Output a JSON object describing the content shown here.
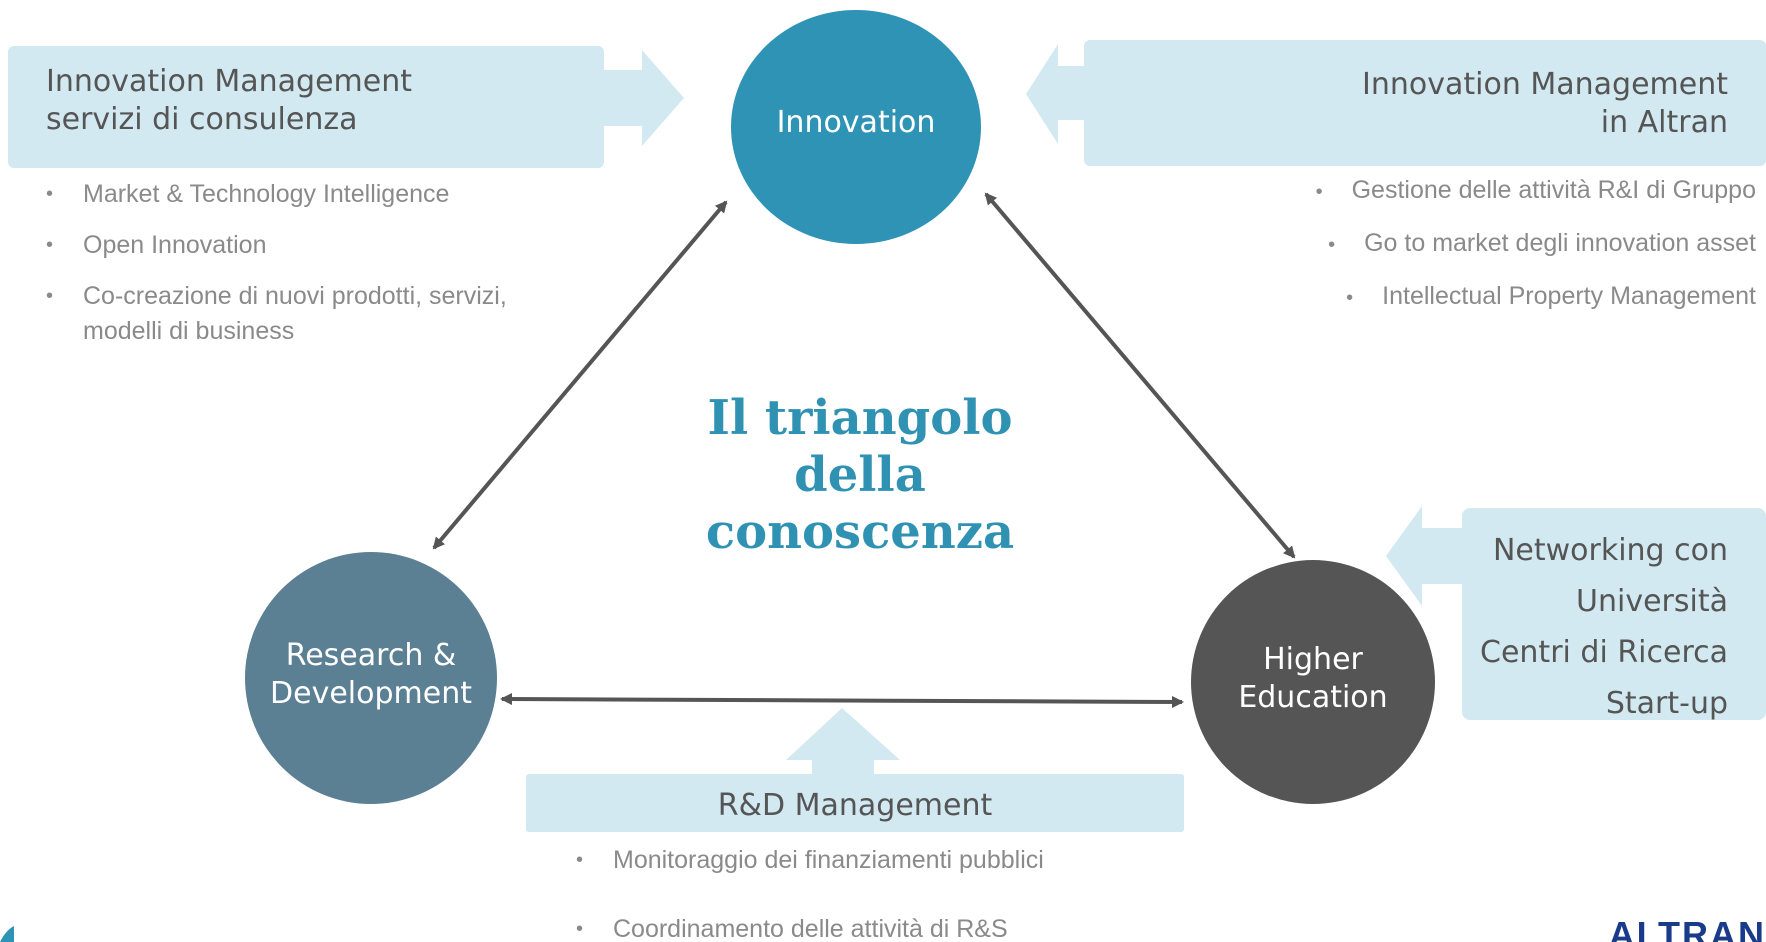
{
  "diagram": {
    "title_lines": [
      "Il triangolo",
      "della",
      "conoscenza"
    ],
    "nodes": {
      "innovation": {
        "label": "Innovation",
        "color": "#2e93b5"
      },
      "rd": {
        "label_lines": [
          "Research &",
          "Development"
        ],
        "color": "#5b7f93"
      },
      "higher_ed": {
        "label_lines": [
          "Higher",
          "Education"
        ],
        "color": "#555555"
      }
    },
    "colors": {
      "box": "#d2e9f1",
      "arrow": "#555555",
      "title": "#2f92b3",
      "text": "#555555",
      "bullet_text": "#8a8a8a"
    }
  },
  "panels": {
    "innovation_consulting": {
      "title_lines": [
        "Innovation Management",
        "servizi di consulenza"
      ],
      "bullets": [
        "Market & Technology Intelligence",
        "Open Innovation",
        "Co-creazione di nuovi prodotti, servizi,",
        "modelli di business"
      ]
    },
    "innovation_altran": {
      "title_lines": [
        "Innovation Management",
        "in Altran"
      ],
      "bullets": [
        "Gestione delle attività R&I di Gruppo",
        "Go to market degli innovation asset",
        "Intellectual Property Management"
      ]
    },
    "networking": {
      "lines": [
        "Networking con",
        "Università",
        "Centri di Ricerca",
        "Start-up"
      ]
    },
    "rd_management": {
      "title": "R&D Management",
      "bullets": [
        "Monitoraggio dei finanziamenti pubblici",
        "Coordinamento delle attività di R&S"
      ]
    }
  },
  "footer": {
    "logo_text": "ALTRAN"
  }
}
